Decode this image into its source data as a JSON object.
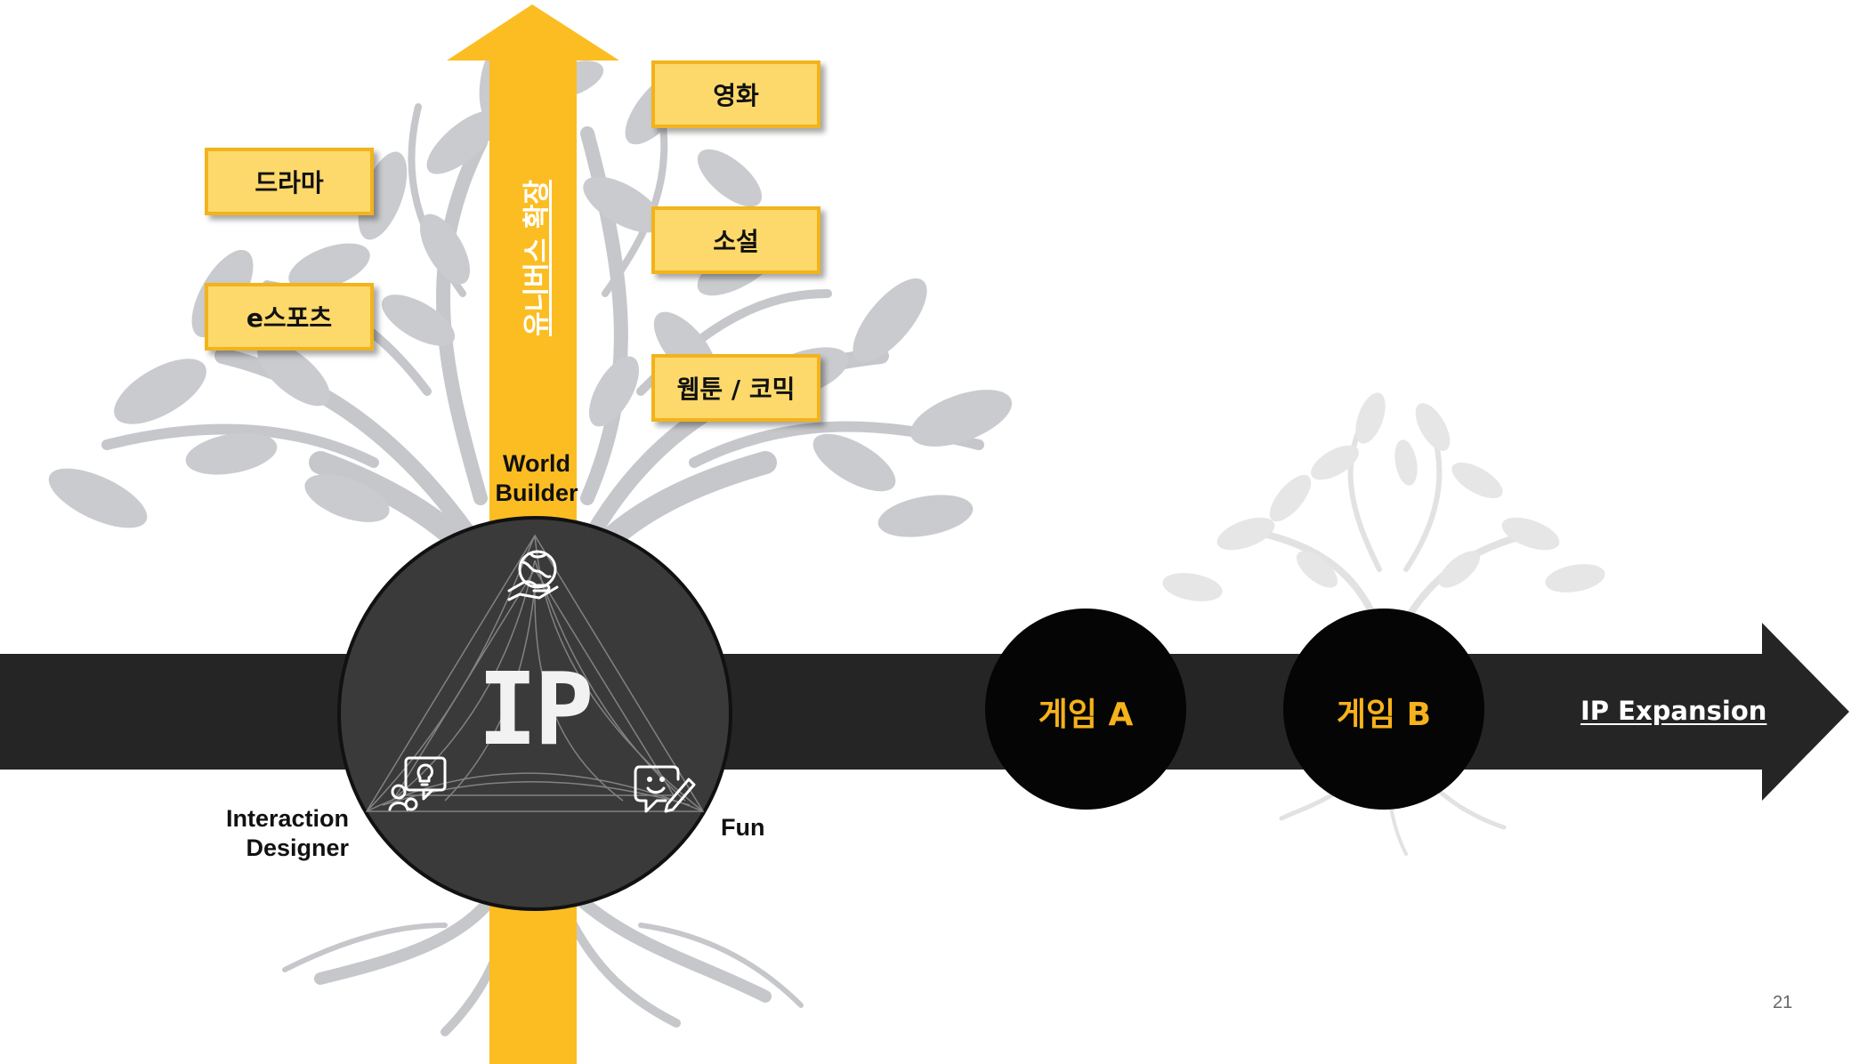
{
  "media": {
    "drama": "드라마",
    "esports": "e스포츠",
    "movie": "영화",
    "novel": "소설",
    "webtoon": "웹툰 / 코믹"
  },
  "vertical_arrow_label": "유니버스 확장",
  "roles": {
    "world_builder": [
      "World",
      "Builder"
    ],
    "interaction_designer": [
      "Interaction",
      "Designer"
    ],
    "fun": "Fun"
  },
  "center_label": "IP",
  "games": {
    "a": "게임 A",
    "b": "게임 B"
  },
  "horizontal_arrow_label": "IP Expansion",
  "page_number": "21",
  "colors": {
    "accent_yellow": "#fbbd22",
    "arrow_dark": "#252525",
    "circle_dark": "#3a3a3a",
    "box_fill": "#fdd96b",
    "game_text": "#f6b21a",
    "tree_gray": "#c9cbcf"
  },
  "icons": [
    "globe-hand-icon",
    "idea-chat-icon",
    "smiley-pencil-icon"
  ]
}
